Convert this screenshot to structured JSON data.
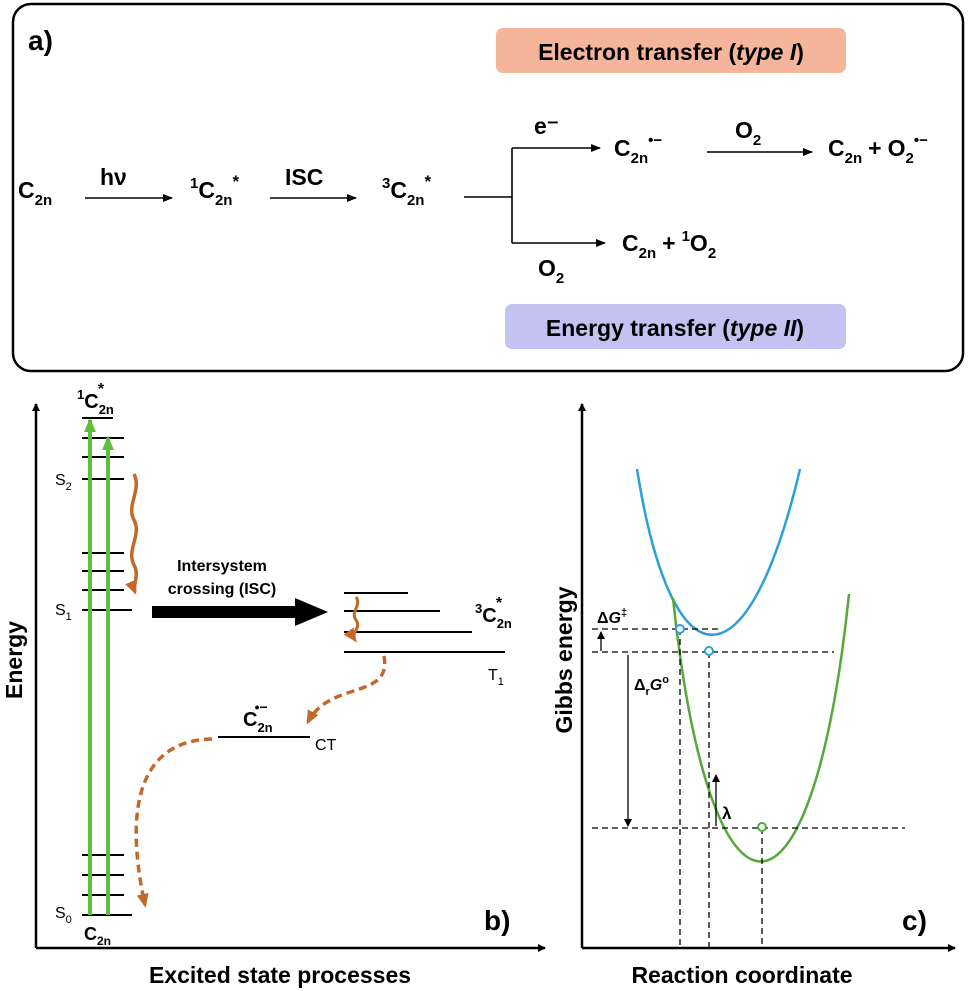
{
  "panel_a": {
    "label": "a)",
    "type1_label_main": "Electron transfer (",
    "type1_label_em": "type I",
    "type1_label_end": ")",
    "type2_label_main": "Energy transfer (",
    "type2_label_em": "type II",
    "type2_label_end": ")",
    "c_base": "C",
    "sub_2n": "2n",
    "hv": "hν",
    "isc": "ISC",
    "sup_1": "1",
    "sup_3": "3",
    "star": "*",
    "e_minus": "e⁻",
    "radical_anion": "•−",
    "o2_base": "O",
    "sub_2": "2",
    "plus": "+",
    "colors": {
      "type1_bg": "#f4b59a",
      "type2_bg": "#c4c2f1"
    }
  },
  "panel_b": {
    "label": "b)",
    "y_axis_label": "Energy",
    "x_axis_label": "Excited state processes",
    "s2": "S",
    "s2_sub": "2",
    "s1": "S",
    "s1_sub": "1",
    "s0": "S",
    "s0_sub": "0",
    "t1": "T",
    "t1_sub": "1",
    "ct": "CT",
    "isc_line1": "Intersystem",
    "isc_line2": "crossing (ISC)",
    "colors": {
      "absorption": "#5dbf3c",
      "relaxation": "#c2692a"
    }
  },
  "panel_c": {
    "label": "c)",
    "y_axis_label": "Gibbs energy",
    "x_axis_label": "Reaction coordinate",
    "activation_label_delta": "Δ",
    "activation_label_g": "G",
    "activation_label_sup": "‡",
    "reaction_label_delta": "Δ",
    "reaction_label_sub": "r",
    "reaction_label_g": "G",
    "reaction_label_sup": "o",
    "lambda": "λ",
    "colors": {
      "reactant_curve": "#2b9fd6",
      "product_curve": "#55a83a"
    }
  }
}
